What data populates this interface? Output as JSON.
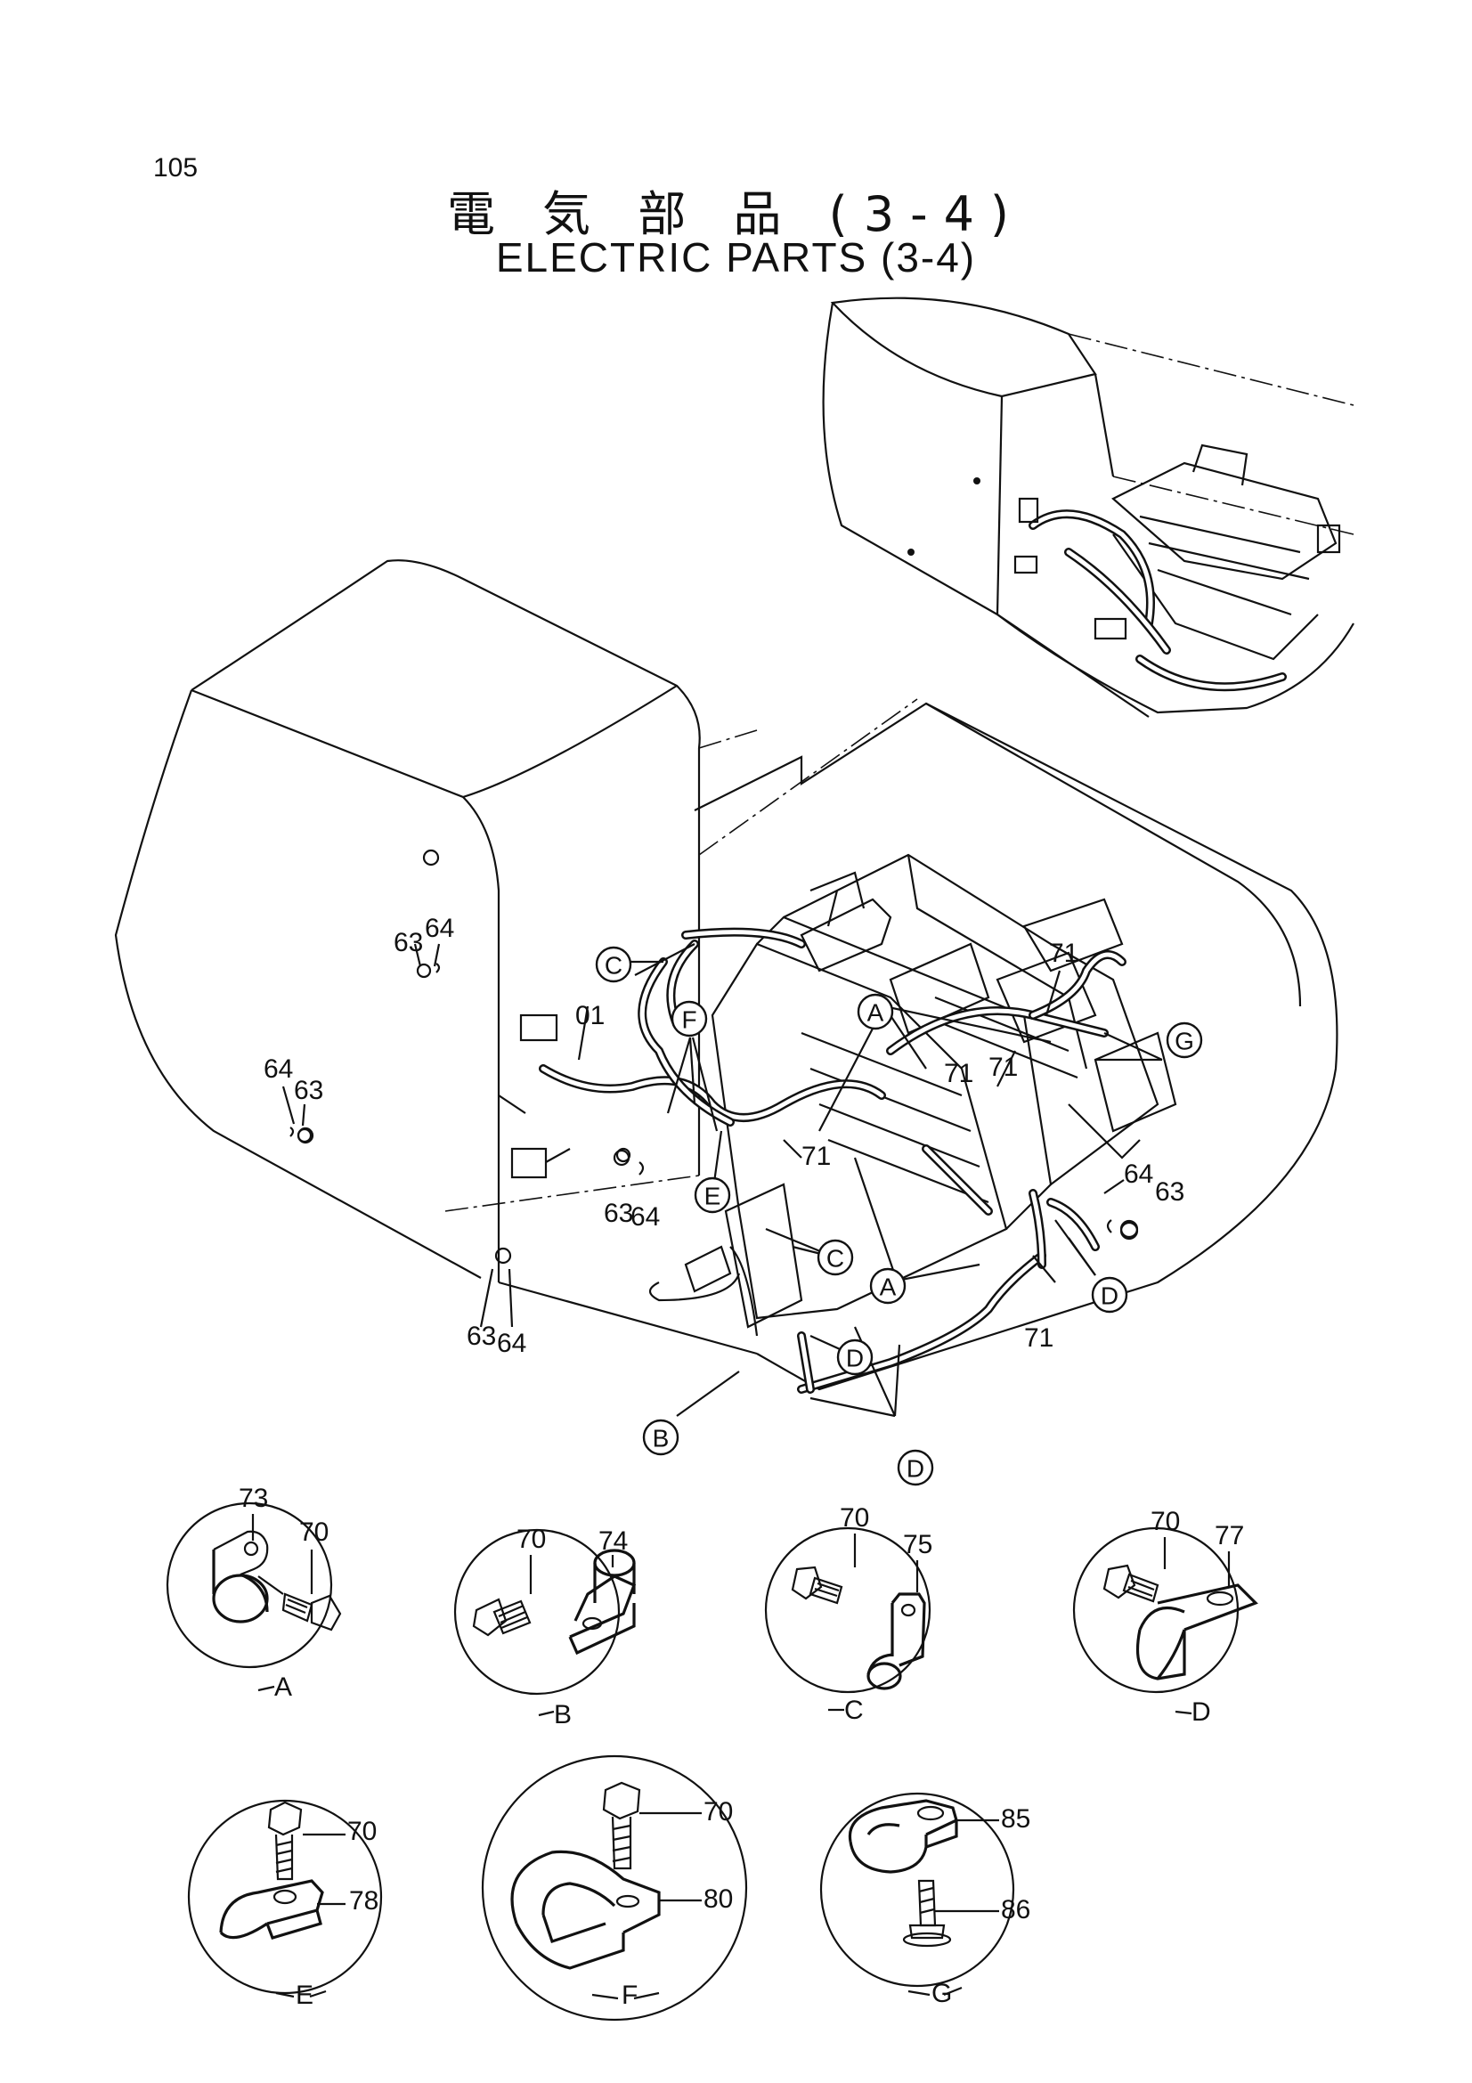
{
  "page_number": "105",
  "title_jp": "電 気 部 品 (3-4)",
  "title_en": "ELECTRIC PARTS (3-4)",
  "main_labels": {
    "l63_64_a": [
      "63",
      "64"
    ],
    "l64_63_b": [
      "64",
      "63"
    ],
    "l63_64_c": [
      "63",
      "64"
    ],
    "l63_64_d": [
      "63",
      "64"
    ],
    "l64_63_e": [
      "64",
      "63"
    ],
    "l01": "01",
    "l71_top": "71",
    "l71_a": "71",
    "l71_b": "71",
    "l71_c": "71",
    "l71_bottom": "71"
  },
  "callouts": {
    "A1": "A",
    "A2": "A",
    "B": "B",
    "C1": "C",
    "C2": "C",
    "D1": "D",
    "D2": "D",
    "D3": "D",
    "E": "E",
    "F": "F",
    "G": "G"
  },
  "details": [
    {
      "letter": "A",
      "parts": [
        "73",
        "70"
      ]
    },
    {
      "letter": "B",
      "parts": [
        "70",
        "74"
      ]
    },
    {
      "letter": "C",
      "parts": [
        "70",
        "75"
      ]
    },
    {
      "letter": "D",
      "parts": [
        "70",
        "77"
      ]
    },
    {
      "letter": "E",
      "parts": [
        "70",
        "78"
      ]
    },
    {
      "letter": "F",
      "parts": [
        "70",
        "80"
      ]
    },
    {
      "letter": "G",
      "parts": [
        "85",
        "86"
      ]
    }
  ]
}
